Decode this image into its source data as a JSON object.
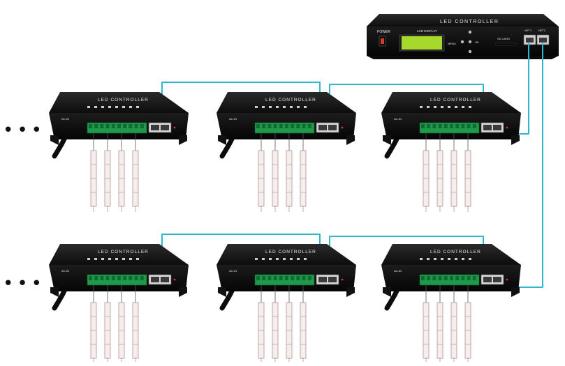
{
  "master": {
    "title": "LED CONTROLLER",
    "power_label": "POWER",
    "display_label": "LCD DISPLAY",
    "menu_label": "MENU",
    "ok_label": "OK",
    "sd_label": "SD CARD",
    "net1_label": "NET1",
    "net2_label": "NET2"
  },
  "slave": {
    "title": "LED CONTROLLER",
    "ac_label": "AC-IN"
  },
  "ellipsis": "•••",
  "colors": {
    "cable": "#2fb7d0",
    "device_body": "#161616",
    "terminal": "#1f9a4a",
    "lcd": "#a7d92c",
    "strip": "#f4eeee",
    "strip_edge": "#b89090"
  }
}
